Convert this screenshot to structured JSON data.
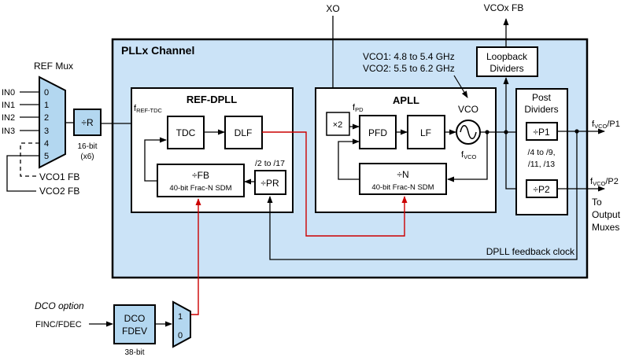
{
  "colors": {
    "channel_fill": "#cbe3f7",
    "block_fill": "#b3d7f0",
    "box_fill": "#ffffff",
    "line_black": "#000000",
    "line_red": "#cc0000"
  },
  "external": {
    "xo_label": "XO",
    "vcox_fb_label": "VCOx FB",
    "ref_mux": {
      "title": "REF Mux",
      "inputs": [
        "IN0",
        "IN1",
        "IN2",
        "IN3"
      ],
      "ports": [
        "0",
        "1",
        "2",
        "3",
        "4",
        "5"
      ],
      "vco1_fb_label": "VCO1 FB",
      "vco2_fb_label": "VCO2 FB"
    },
    "r_divider": {
      "label": "÷R",
      "bits": "16-bit",
      "mult": "(x6)"
    },
    "dco": {
      "option_label": "DCO option",
      "input_label": "FINC/FDEC",
      "block_line1": "DCO",
      "block_line2": "FDEV",
      "bits": "38-bit",
      "mux_port1": "1",
      "mux_port0": "0"
    }
  },
  "channel": {
    "title": "PLLx Channel",
    "ref_dpll": {
      "title": "REF-DPLL",
      "f_ref_tdc": {
        "base": "f",
        "sub": "REF-TDC"
      },
      "tdc_label": "TDC",
      "dlf_label": "DLF",
      "fb_divider": {
        "line1": "÷FB",
        "line2": "40-bit Frac-N SDM"
      },
      "pr_divider": {
        "label": "÷PR",
        "range": "/2 to /17"
      }
    },
    "apll": {
      "title": "APLL",
      "x2_label": "×2",
      "f_pd": {
        "base": "f",
        "sub": "PD"
      },
      "pfd_label": "PFD",
      "lf_label": "LF",
      "vco_label": "VCO",
      "f_vco": {
        "base": "f",
        "sub": "VCO"
      },
      "n_divider": {
        "line1": "÷N",
        "line2": "40-bit Frac-N SDM"
      },
      "vco_note_line1": "VCO1: 4.8 to 5.4 GHz",
      "vco_note_line2": "VCO2: 5.5 to 6.2 GHz"
    },
    "loopback": {
      "line1": "Loopback",
      "line2": "Dividers"
    },
    "post_dividers": {
      "title_line1": "Post",
      "title_line2": "Dividers",
      "p1_label": "÷P1",
      "p2_label": "÷P2",
      "range_line1": "/4 to /9,",
      "range_line2": "/11, /13"
    },
    "dpll_feedback_label": "DPLL feedback clock"
  },
  "outputs": {
    "p1": {
      "base": "f",
      "sub": "VCO",
      "rest": "/P1"
    },
    "p2": {
      "base": "f",
      "sub": "VCO",
      "rest": "/P2"
    },
    "to_line1": "To",
    "to_line2": "Output",
    "to_line3": "Muxes"
  }
}
